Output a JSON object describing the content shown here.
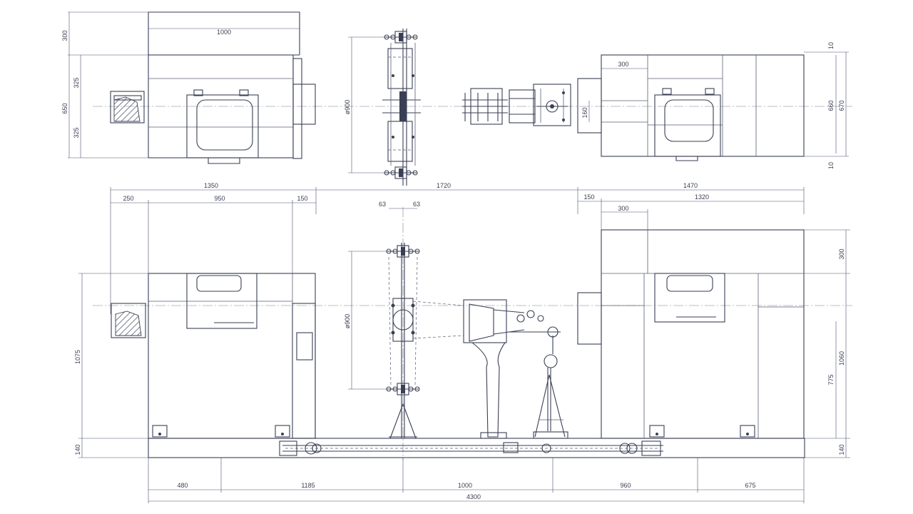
{
  "drawing": {
    "top_view": {
      "dimensions": {
        "d_300_top": "300",
        "d_1000_top": "1000",
        "d_650_left": "650",
        "d_325_upper": "325",
        "d_325_lower": "325",
        "d_dia900_top": "ø900",
        "d_300_right": "300",
        "d_160": "160",
        "d_10_top": "10",
        "d_660": "660",
        "d_670": "670",
        "d_10_bottom": "10"
      }
    },
    "front_view": {
      "dimensions": {
        "d_1350": "1350",
        "d_1720": "1720",
        "d_1470": "1470",
        "d_250": "250",
        "d_950": "950",
        "d_150_left": "150",
        "d_63_left": "63",
        "d_63_right": "63",
        "d_150_right": "150",
        "d_1320": "1320",
        "d_300_front": "300",
        "d_300_vert": "300",
        "d_1075": "1075",
        "d_dia900_front": "ø900",
        "d_1060": "1060",
        "d_775": "775",
        "d_140_left": "140",
        "d_140_right": "140"
      }
    },
    "bottom_dimensions": {
      "d_480": "480",
      "d_1185": "1185",
      "d_1000": "1000",
      "d_960": "960",
      "d_675": "675",
      "d_4300": "4300"
    }
  }
}
